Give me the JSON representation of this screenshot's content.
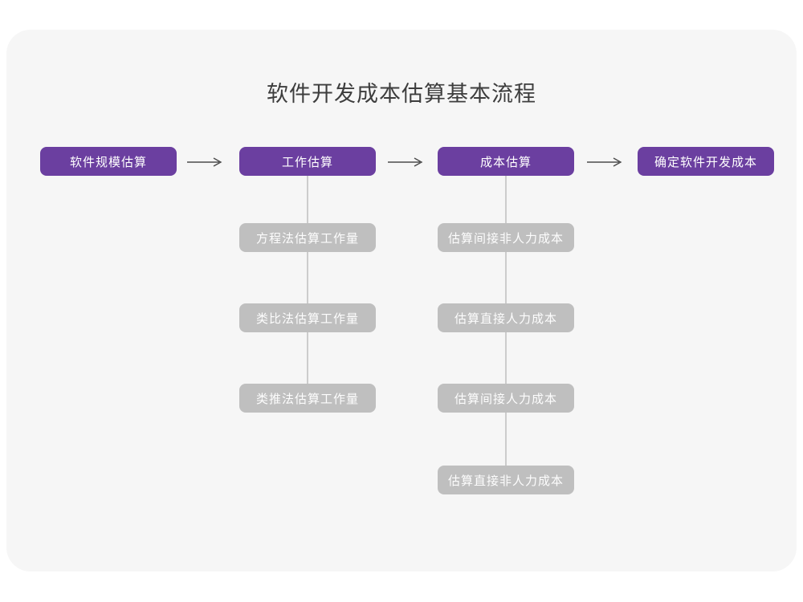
{
  "title": "软件开发成本估算基本流程",
  "flow": {
    "main_steps": [
      "软件规模估算",
      "工作估算",
      "成本估算",
      "确定软件开发成本"
    ],
    "work_substeps": [
      "方程法估算工作量",
      "类比法估算工作量",
      "类推法估算工作量"
    ],
    "cost_substeps": [
      "估算间接非人力成本",
      "估算直接人力成本",
      "估算间接人力成本",
      "估算直接非人力成本"
    ]
  },
  "colors": {
    "page_bg": "#ffffff",
    "card_bg": "#f6f6f6",
    "main_step_box": "#6b3fa0",
    "substep_box": "#bfbfbf",
    "box_text": "#ffffff",
    "connector_line": "#cccccc",
    "arrow": "#4b4b4b",
    "title_text": "#3d3d3d"
  }
}
